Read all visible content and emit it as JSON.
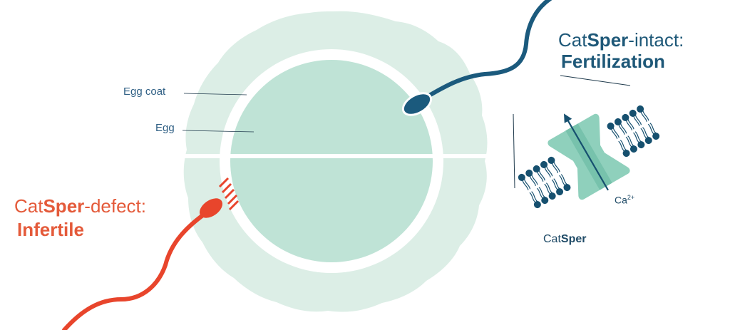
{
  "labels": {
    "egg_coat": "Egg coat",
    "egg": "Egg"
  },
  "intact": {
    "prefix": "Cat",
    "bold": "Sper",
    "suffix": "-intact:",
    "outcome": "Fertilization"
  },
  "defect": {
    "prefix": "Cat",
    "bold": "Sper",
    "suffix": "-defect:",
    "outcome": "Infertile"
  },
  "channel": {
    "prefix": "Cat",
    "bold": "Sper",
    "ion": "Ca",
    "ion_charge": "2+"
  },
  "colors": {
    "egg_coat": "#dceee6",
    "egg": "#bfe3d6",
    "sperm_intact": "#1b5a7d",
    "sperm_defect": "#e8452c",
    "channel": "#8fd0bc",
    "lipid": "#16506f",
    "text_blue": "#1e5878",
    "text_red": "#e45a3a"
  },
  "icons": {
    "intact_sperm": "sperm-icon",
    "defect_sperm": "sperm-icon",
    "channel": "ion-channel-icon"
  }
}
